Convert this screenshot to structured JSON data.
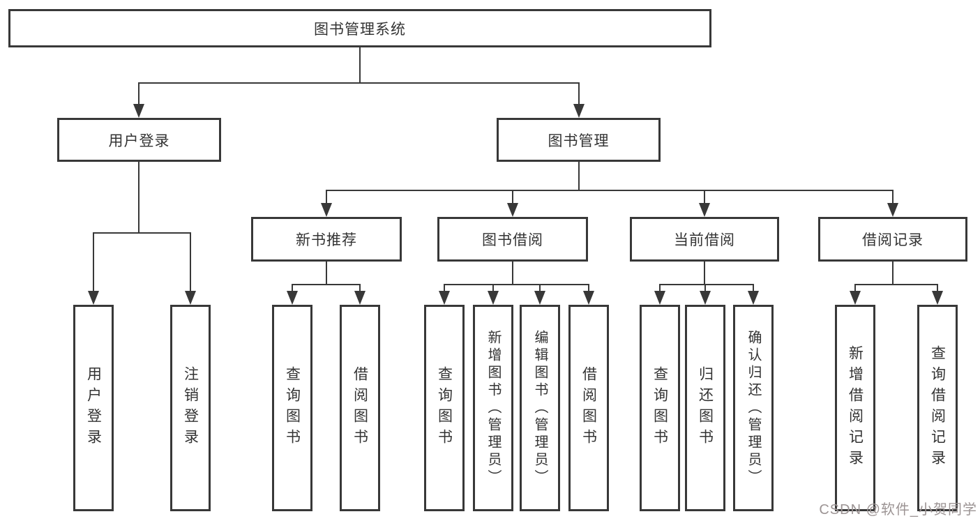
{
  "tree": {
    "label": "图书管理系统",
    "children": [
      {
        "label": "用户登录",
        "children": [
          {
            "label": "用户登录"
          },
          {
            "label": "注销登录"
          }
        ]
      },
      {
        "label": "图书管理",
        "children": [
          {
            "label": "新书推荐",
            "children": [
              {
                "label": "查询图书"
              },
              {
                "label": "借阅图书"
              }
            ]
          },
          {
            "label": "图书借阅",
            "children": [
              {
                "label": "查询图书"
              },
              {
                "label": "新增图书（管理员）"
              },
              {
                "label": "编辑图书（管理员）"
              },
              {
                "label": "借阅图书"
              }
            ]
          },
          {
            "label": "当前借阅",
            "children": [
              {
                "label": "查询图书"
              },
              {
                "label": "归还图书"
              },
              {
                "label": "确认归还（管理员）"
              }
            ]
          },
          {
            "label": "借阅记录",
            "children": [
              {
                "label": "新增借阅记录"
              },
              {
                "label": "查询借阅记录"
              }
            ]
          }
        ]
      }
    ]
  },
  "watermark": {
    "text": "CSDN @软件_小贺同学"
  },
  "colors": {
    "line": "#383838",
    "text": "#333333",
    "watermark": "#9c9494",
    "background": "#ffffff"
  }
}
